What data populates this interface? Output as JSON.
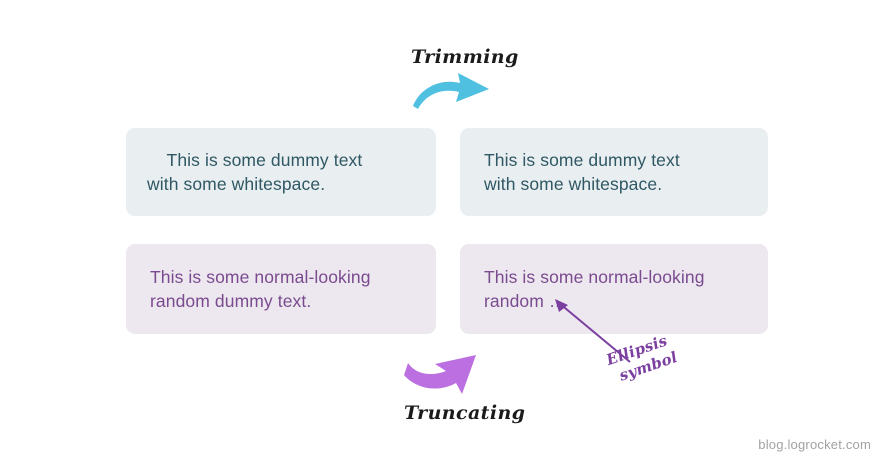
{
  "diagram": {
    "title_annotations": {
      "trimming": "Trimming",
      "truncating": "Truncating",
      "ellipsis_note_line1": "Ellipsis",
      "ellipsis_note_line2": "symbol"
    },
    "colors": {
      "trim_arrow": "#4FC0E0",
      "truncate_arrow": "#BB6FE0",
      "ellipsis_pointer": "#7B3FA0",
      "teal_card_bg": "#E9EFF1",
      "teal_card_text": "#2F5764",
      "purple_card_bg": "#EDE7EF",
      "purple_card_text": "#7A4B8F",
      "watermark_text": "#A2A2A2"
    },
    "cards": {
      "trim_before": {
        "label": "untrimmed-text-card",
        "line1": "    This is some dummy text",
        "line2": "with some whitespace."
      },
      "trim_after": {
        "label": "trimmed-text-card",
        "line1": "This is some dummy text",
        "line2": "with some whitespace."
      },
      "truncate_before": {
        "label": "full-text-card",
        "line1": "This is some normal-looking",
        "line2": "random dummy text."
      },
      "truncate_after": {
        "label": "truncated-text-card",
        "line1": "This is some normal-looking",
        "line2": "random …"
      }
    },
    "footer": {
      "watermark": "blog.logrocket.com"
    },
    "icons": {
      "trim_arrow": "curved-arrow-right-icon",
      "truncate_arrow": "curved-arrow-up-right-icon",
      "ellipsis_pointer": "thin-arrow-pointer-icon"
    }
  }
}
